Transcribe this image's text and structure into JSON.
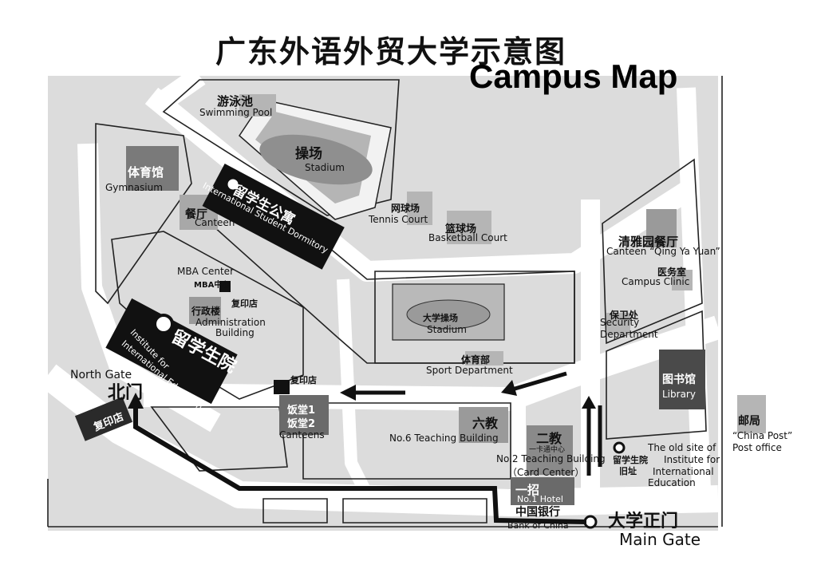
{
  "title": {
    "cn": "广东外语外贸大学示意图",
    "en": "Campus Map"
  },
  "labels": {
    "pool_cn": "游泳池",
    "pool_en": "Swimming Pool",
    "field_cn": "操场",
    "field_en": "Stadium",
    "gym_cn": "体育馆",
    "gym_en": "Gymnasium",
    "canteen_cn": "餐厅",
    "canteen_en": "Canteen",
    "dorm_cn": "留学生公寓",
    "dorm_en": "International Student Dormitory",
    "tennis_cn": "网球场",
    "tennis_en": "Tennis Court",
    "basket_cn": "篮球场",
    "basket_en": "Basketball Court",
    "qy_cn": "清雅园餐厅",
    "qy_en": "Canteen “Qing Ya Yuan”",
    "clinic_cn": "医务室",
    "clinic_en": "Campus Clinic",
    "mba_en": "MBA Center",
    "mba_cn": "MBA中心",
    "print1": "复印店",
    "admin_cn": "行政楼",
    "admin_en1": "Administration",
    "admin_en2": "Building",
    "stadium2_cn": "大学操场",
    "stadium2_en": "Stadium",
    "security_cn": "保卫处",
    "security_en1": "Security",
    "security_en2": "Department",
    "inst_cn": "留学生院",
    "inst_en1": "Institute for",
    "inst_en2": "International Education",
    "sport_cn": "体育部",
    "sport_en": "Sport Department",
    "library_cn": "图书馆",
    "library_en": "Library",
    "north_en": "North Gate",
    "north_cn": "北门",
    "print2": "复印店",
    "canteens_cn1": "饭堂1",
    "canteens_cn2": "饭堂2",
    "canteens_en": "Canteens",
    "print3": "复印店",
    "b6_cn": "六教",
    "b6_en": "No.6 Teaching Building",
    "b2_cn": "二教",
    "card_cn": "一卡通中心",
    "b2_en": "No.2 Teaching Building",
    "card_en": "（Card Center）",
    "oldsite_cn1": "留学生院",
    "oldsite_cn2": "旧址",
    "oldsite_en1": "The old site of",
    "oldsite_en2": "Institute for",
    "oldsite_en3": "International",
    "oldsite_en4": "Education",
    "post_cn": "邮局",
    "post_en1": "“China Post”",
    "post_en2": "Post office",
    "hotel_cn": "一招",
    "hotel_en": "No.1 Hotel",
    "boc_cn": "中国银行",
    "boc_en": "Bank of China",
    "main_cn": "大学正门",
    "main_en": "Main Gate"
  },
  "colors": {
    "building": "#7a7a7a",
    "light": "#b9b9b9",
    "dark": "#111111",
    "road": "#ffffff",
    "ground": "#dcdcdc"
  }
}
